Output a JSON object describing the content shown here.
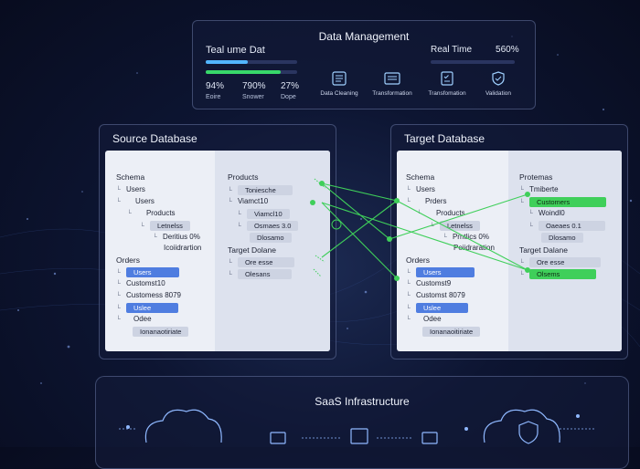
{
  "data_management": {
    "title": "Data Management",
    "left_label": "Teal ume Dat",
    "stats": [
      {
        "value": "94%",
        "label": "Eoire"
      },
      {
        "value": "790%",
        "label": "Snower"
      },
      {
        "value": "27%",
        "label": "Dope"
      }
    ],
    "real_time_label": "Real Time",
    "real_time_pct": "560%",
    "tools": [
      {
        "label": "Data Cleaning",
        "icon": "database-icon"
      },
      {
        "label": "Transformation",
        "icon": "document-icon"
      },
      {
        "label": "Transfomation",
        "icon": "checklist-icon"
      },
      {
        "label": "Validation",
        "icon": "shield-check-icon"
      }
    ],
    "progress": {
      "bar1": 0.46,
      "bar2": 0.82
    }
  },
  "source": {
    "title": "Source Database",
    "schema": "Schema",
    "tree": [
      "Users",
      "Users",
      "Products",
      "Letnelss",
      "Deritius 0%",
      "Icoiidrartion"
    ],
    "orders": "Orders",
    "orders_items": [
      "Users",
      "Customst10",
      "Customess 8079",
      "Uslee",
      "Odee",
      "Ionanaotiriate"
    ],
    "products_head": "Products",
    "products": [
      "Toniesche",
      "Viamct10",
      "Viamcl10",
      "Osmaes 3.0",
      "Dlosamo"
    ],
    "target_head": "Target Dolane",
    "target_items": [
      "Ore esse",
      "Olesans"
    ]
  },
  "target": {
    "title": "Target Database",
    "schema": "Schema",
    "tree": [
      "Users",
      "Prders",
      "Products",
      "Letnelss",
      "Prntlics 0%",
      "Peiidraration"
    ],
    "orders": "Orders",
    "orders_items": [
      "Users",
      "Customst9",
      "Customst 8079",
      "Uslee",
      "Odee",
      "Ionanaoitiriate"
    ],
    "products_head": "Protemas",
    "products": [
      "Tmiberte",
      "Customers",
      "Woindl0",
      "Oaeaes 0.1",
      "Dlosamo"
    ],
    "target_head": "Target Dalane",
    "target_items": [
      "Ore esse",
      "Olsems"
    ]
  },
  "saas": {
    "title": "SaaS Infrastructure"
  },
  "colors": {
    "accent_green": "#3fcf5a",
    "accent_blue": "#4f7de0",
    "bar_blue": "#52b6ff"
  }
}
